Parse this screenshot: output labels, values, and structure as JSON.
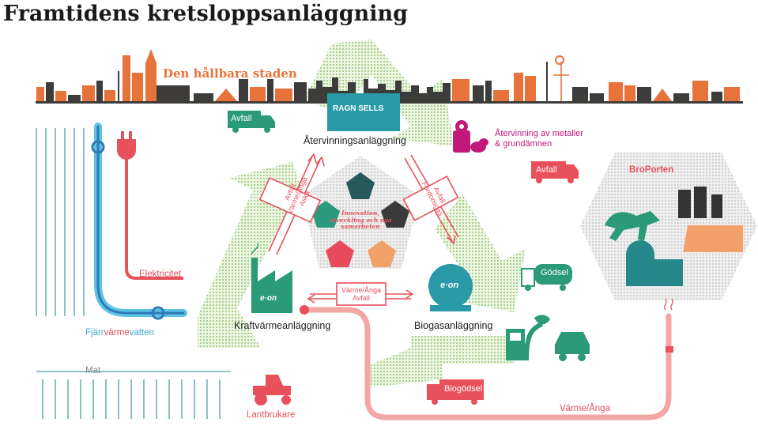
{
  "title": "Framtidens kretsloppsanläggning",
  "city_label": "Den hållbara staden",
  "nodes": {
    "recycling": "Återvinningsanläggning",
    "recycling_logo": "RAGN SELLS",
    "metals": "Återvinning av metaller\n& grundämnen",
    "chp": "Kraftvärmeanläggning",
    "chp_logo": "e·on",
    "biogas": "Biogasanläggning",
    "biogas_logo": "e·on",
    "broporten": "BroPorten",
    "farmer": "Lantbrukare",
    "district_heating_pre": "Fjärr",
    "district_heating_mid": "värme",
    "district_heating_post": "vatten",
    "electricity": "Elektricitet",
    "food": "Mat",
    "innovation": "Innovation, utveckling och nya samarbeten"
  },
  "trucks": {
    "waste_top": "Avfall",
    "waste_right": "Avfall",
    "manure": "Gödsel",
    "bio_fertilizer": "Biogödsel"
  },
  "flows": {
    "left_arrow": "Avfall\nVärme/Ånga\nAska",
    "right_arrow": "Avfall\nFordonsgas",
    "bottom_arrow": "Värme/Ånga\nAvfall",
    "steam_pipe": "Värme/Ånga"
  },
  "colors": {
    "orange": "#e8733a",
    "dark": "#3d3c3a",
    "green": "#2a9a78",
    "teal": "#1d6f6c",
    "red": "#e8505b",
    "magenta": "#c2187a",
    "blue": "#2e79b7",
    "lightblue": "#5bc3e4",
    "hex": "#e2e2e2",
    "pent_dark": "#26595a",
    "pent_teal": "#2a9a7e",
    "pent_grey": "#3a3a3a",
    "pent_red": "#e84a5b",
    "pent_orange": "#f3a16a"
  }
}
